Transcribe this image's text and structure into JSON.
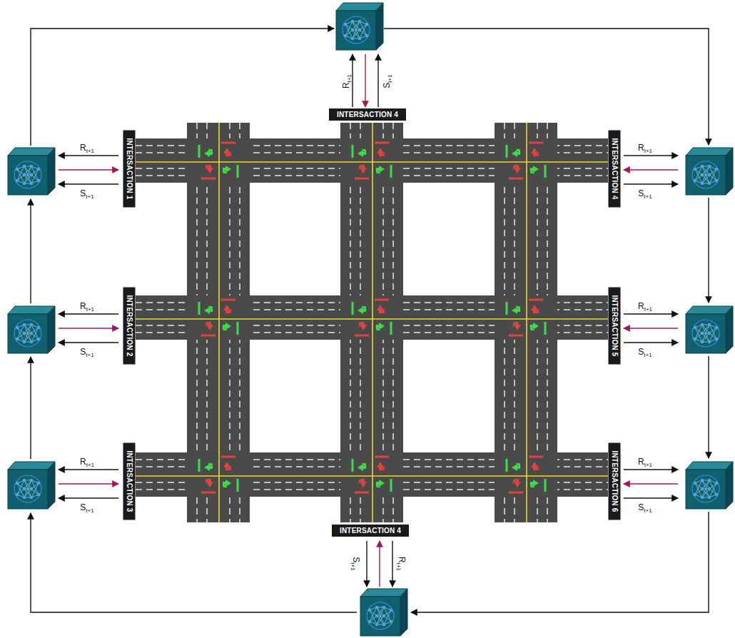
{
  "diagram": {
    "nodes": [
      {
        "text": [
          "INTERSACTION 4"
        ]
      },
      {
        "text": [
          "INTERSACTION 1"
        ]
      },
      {
        "text": [
          "INTERSACTION 4"
        ]
      },
      {
        "text": [
          "INTERSACTION 2"
        ]
      },
      {
        "text": [
          "INTERSACTION 5"
        ]
      },
      {
        "text": [
          "INTERSACTION 3"
        ]
      },
      {
        "text": [
          "INTERSACTION 6"
        ]
      },
      {
        "text": [
          "INTERSACTION 4"
        ]
      }
    ],
    "labels": [
      "R",
      "t+1",
      "S",
      "t+1",
      "R",
      "t+1",
      "S",
      "t+1",
      "R",
      "t+1",
      "S",
      "t+1",
      "R",
      "t+1",
      "S",
      "t+1",
      "R",
      "t+1",
      "S",
      "t+1",
      "R",
      "t+1",
      "S",
      "t+1",
      "R",
      "t+1",
      "S",
      "t+1",
      "S",
      "t+1",
      "R",
      "t+1"
    ]
  }
}
